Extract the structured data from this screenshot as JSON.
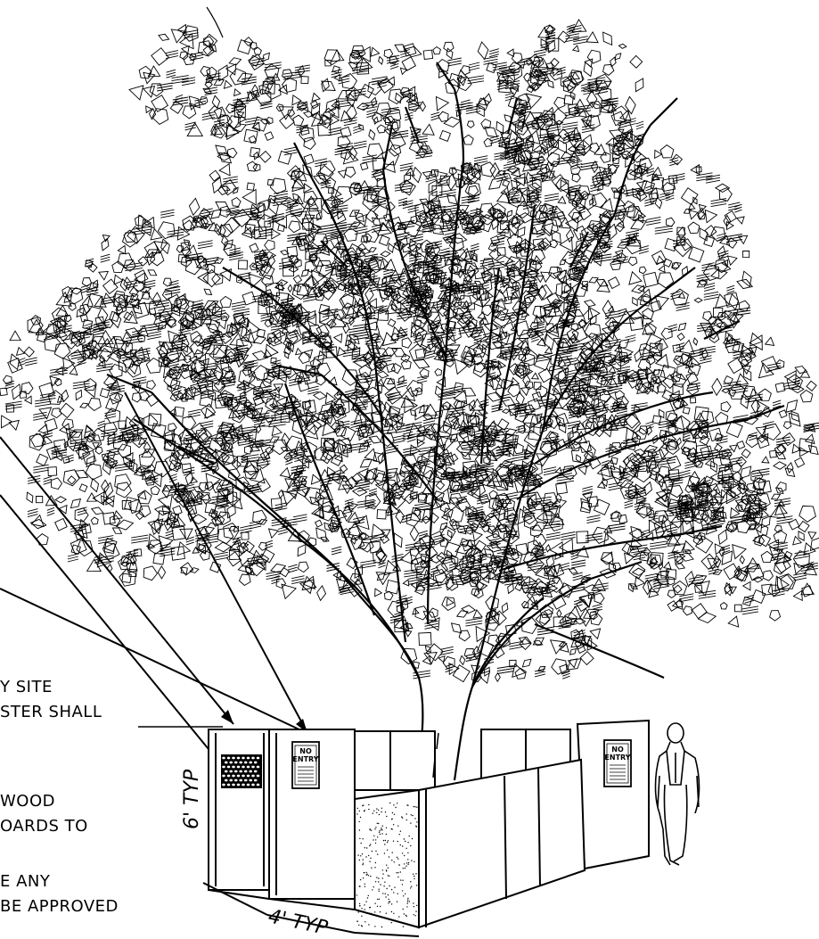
{
  "notes": [
    {
      "id": "note-1",
      "lines": [
        "Y SITE",
        "STER SHALL"
      ]
    },
    {
      "id": "note-2",
      "lines": [
        "WOOD",
        "OARDS TO"
      ]
    },
    {
      "id": "note-3",
      "lines": [
        "E ANY",
        "BE APPROVED"
      ]
    }
  ],
  "dimensions": {
    "height_label": "6' TYP",
    "width_label": "4' TYP"
  },
  "signs": [
    {
      "id": "sign-left",
      "line1": "NO",
      "line2": "ENTRY"
    },
    {
      "id": "sign-right",
      "line1": "NO",
      "line2": "ENTRY"
    }
  ]
}
